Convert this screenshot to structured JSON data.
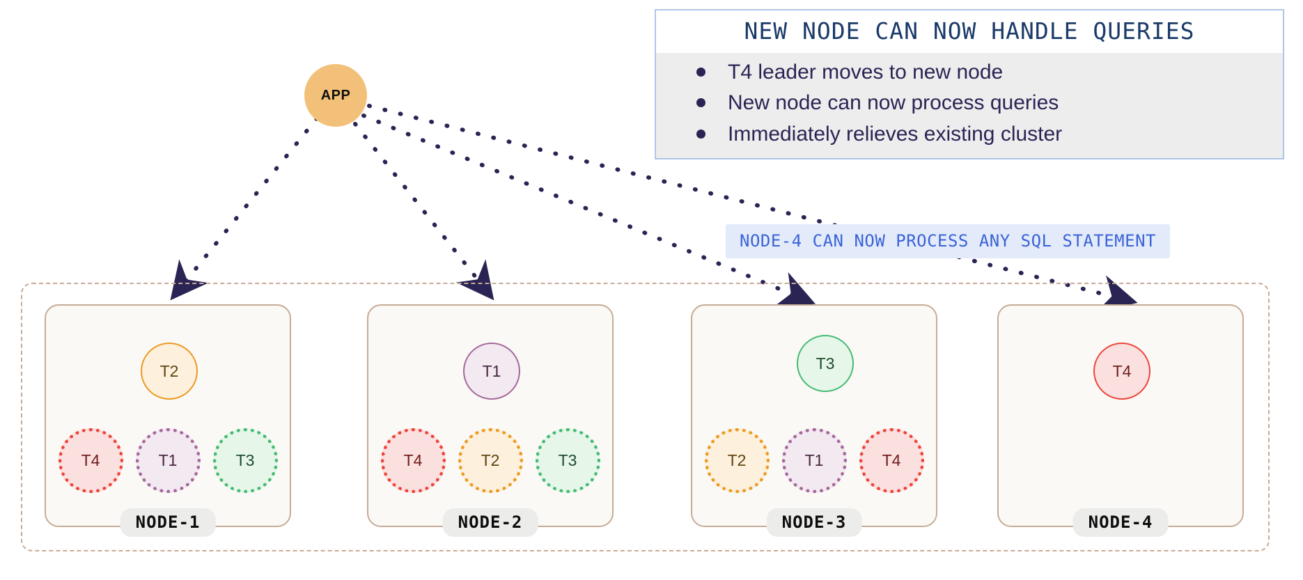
{
  "app": {
    "label": "APP"
  },
  "callout": {
    "title": "NEW NODE CAN NOW HANDLE QUERIES",
    "bullets": [
      "T4 leader moves to new node",
      "New node can now process queries",
      "Immediately relieves existing cluster"
    ],
    "border_color": "#aec6e8",
    "title_color": "#1b3a68",
    "body_bg": "#ededed"
  },
  "sql_chip": {
    "text": "NODE-4 CAN NOW PROCESS ANY SQL STATEMENT",
    "bg": "#e3ebfb",
    "color": "#3b63d6"
  },
  "cluster": {
    "border_color": "#c9ab97"
  },
  "nodes": [
    {
      "label": "NODE-1",
      "leader": "T2",
      "replicas": [
        "T4",
        "T1",
        "T3"
      ]
    },
    {
      "label": "NODE-2",
      "leader": "T1",
      "replicas": [
        "T4",
        "T2",
        "T3"
      ]
    },
    {
      "label": "NODE-3",
      "leader": "T3",
      "replicas": [
        "T2",
        "T1",
        "T4"
      ]
    },
    {
      "label": "NODE-4",
      "leader": "T4",
      "replicas": []
    }
  ],
  "token_colors": {
    "T1": "#a5689a",
    "T2": "#eb9a22",
    "T3": "#46ba72",
    "T4": "#ee4439"
  },
  "edges": {
    "color": "#2a2454",
    "style": "dotted"
  }
}
